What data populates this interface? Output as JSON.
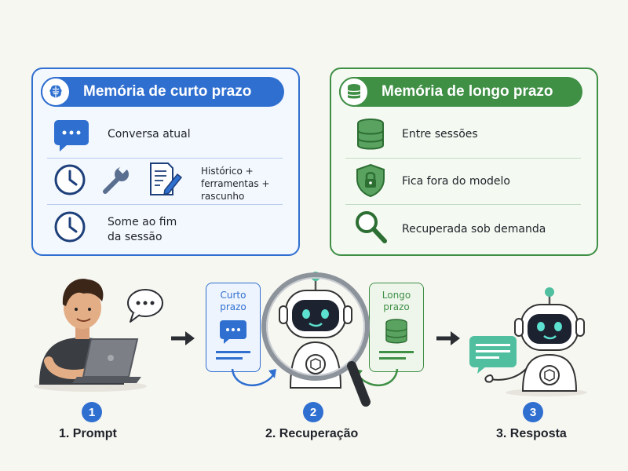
{
  "short_term": {
    "title": "Memória de curto prazo",
    "items": {
      "conversation": "Conversa atual",
      "history": "Histórico +\nferramentas +\nrascunho",
      "ends": "Some ao fim\nda sessão"
    },
    "icons": [
      "brain-icon",
      "chat-bubble-icon",
      "clock-icon",
      "wrench-icon",
      "document-pen-icon",
      "clock-icon"
    ],
    "color": "#2f6fd0"
  },
  "long_term": {
    "title": "Memória de longo prazo",
    "items": {
      "between_sessions": "Entre sessões",
      "outside_model": "Fica fora do modelo",
      "on_demand": "Recuperada sob demanda"
    },
    "icons": [
      "database-icon",
      "database-icon",
      "shield-lock-icon",
      "magnifier-icon"
    ],
    "color": "#3f8f45"
  },
  "flow": {
    "card_short": "Curto\nprazo",
    "card_long": "Longo\nprazo",
    "steps": [
      {
        "number": "1",
        "label": "1. Prompt"
      },
      {
        "number": "2",
        "label": "2. Recuperação"
      },
      {
        "number": "3",
        "label": "3. Resposta"
      }
    ]
  }
}
